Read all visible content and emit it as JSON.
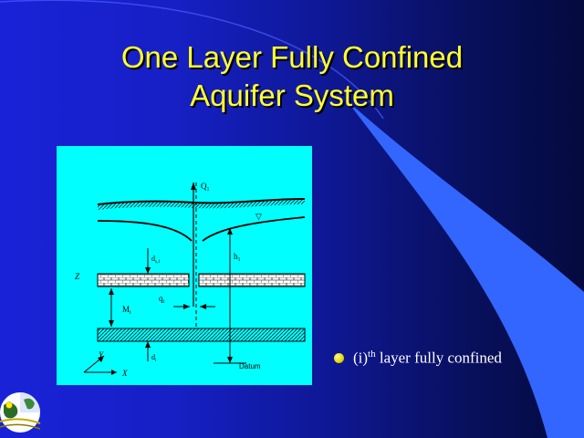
{
  "slide": {
    "title_line1": "One Layer Fully Confined",
    "title_line2": "Aquifer System",
    "bullet_prefix": "(i)",
    "bullet_sup": "th",
    "bullet_rest": " layer fully confined"
  },
  "diagram": {
    "label_q": "Q",
    "label_q_sub": "1",
    "label_h": "h",
    "label_h_sub": "1",
    "label_ds": "d",
    "label_ds_sub": "s,1",
    "label_z": "Z",
    "label_m": "M",
    "label_m_sub": "i",
    "label_phi": "q",
    "label_phi_sub": "i",
    "label_d": "d",
    "label_d_sub": "i",
    "label_y": "Y",
    "label_x": "X",
    "label_datum": "Datum"
  },
  "colors": {
    "title": "#ffff33",
    "panel": "#00ffff",
    "bullet_dot": "#e8d400",
    "swoosh": "#3366ff"
  }
}
